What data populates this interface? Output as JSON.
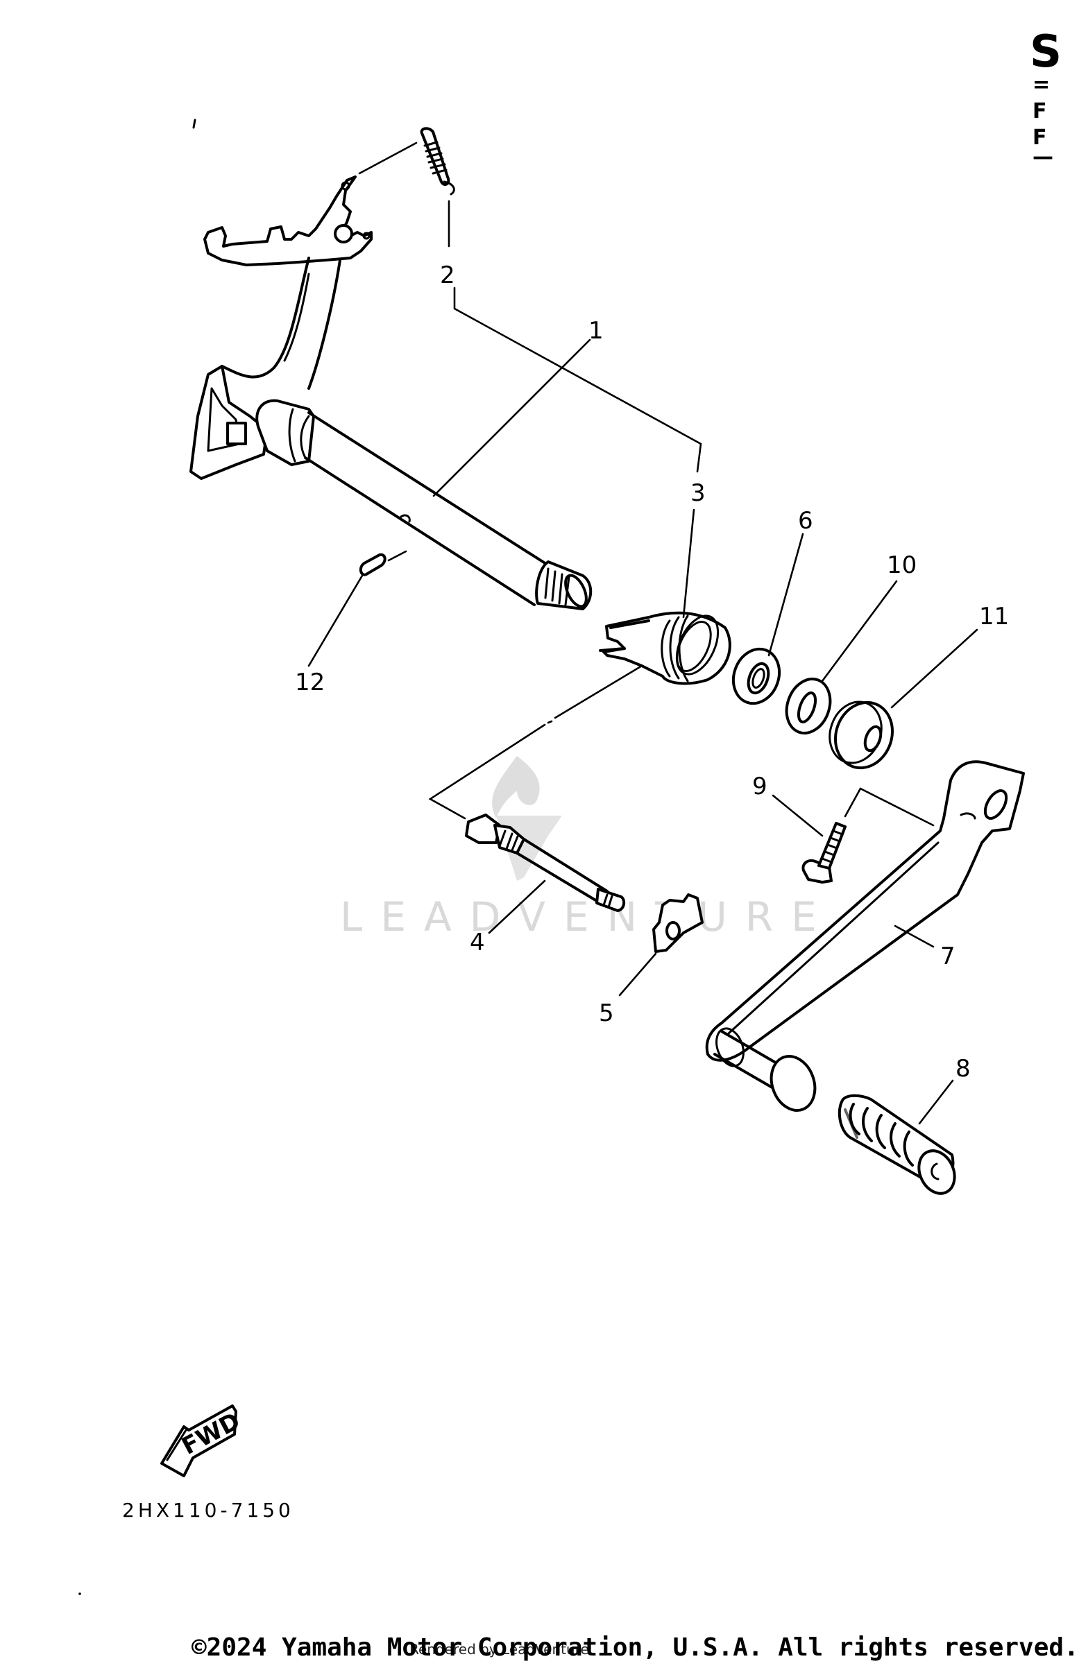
{
  "diagram": {
    "title_fragment": {
      "large_glyph": "S",
      "lines": [
        "=",
        "F",
        "F",
        "—"
      ]
    },
    "callouts": [
      {
        "id": "1",
        "label": "1"
      },
      {
        "id": "2",
        "label": "2"
      },
      {
        "id": "3",
        "label": "3"
      },
      {
        "id": "4",
        "label": "4"
      },
      {
        "id": "5",
        "label": "5"
      },
      {
        "id": "6",
        "label": "6"
      },
      {
        "id": "7",
        "label": "7"
      },
      {
        "id": "8",
        "label": "8"
      },
      {
        "id": "9",
        "label": "9"
      },
      {
        "id": "10",
        "label": "10"
      },
      {
        "id": "11",
        "label": "11"
      },
      {
        "id": "12",
        "label": "12"
      }
    ],
    "fwd_label": "FWD",
    "part_number": "2HX110-7150",
    "watermark": "LEADVENTURE"
  },
  "footer": {
    "copyright": "©2024 Yamaha Motor Corporation, U.S.A. All rights reserved.",
    "overlay_note": "Rendered by LeadVenture"
  },
  "colors": {
    "ink": "#000000",
    "background": "#ffffff",
    "watermark": "#d9d9d9"
  }
}
